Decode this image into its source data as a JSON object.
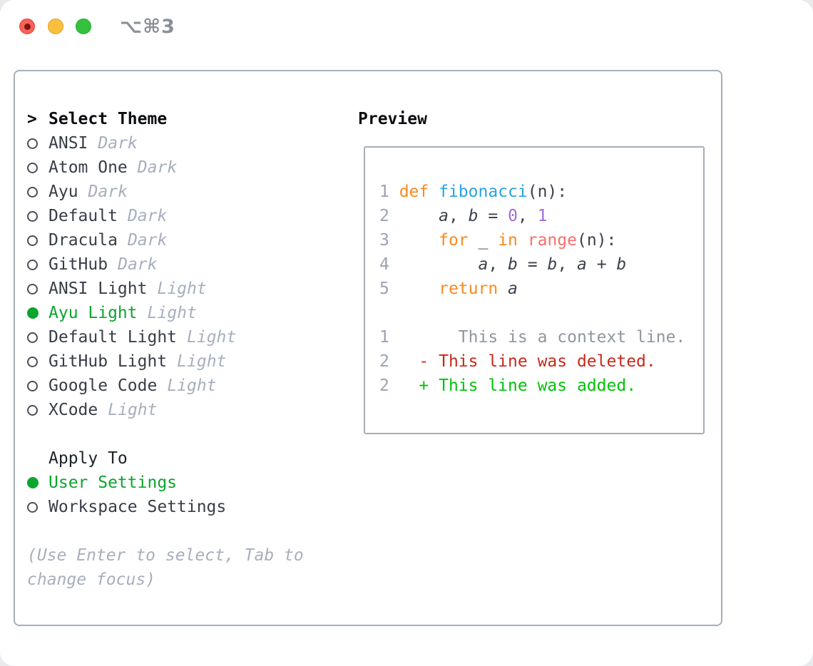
{
  "window": {
    "title": "⌥⌘3",
    "traffic_lights": [
      "close",
      "minimize",
      "zoom"
    ]
  },
  "colors": {
    "accent_green": "#0ba52f",
    "badge_gray": "#a7afbd",
    "border_gray": "#a6aeb8",
    "keyword_orange": "#f98b21",
    "function_blue": "#29a3e6",
    "number_purple": "#9c6fd6",
    "builtin_coral": "#f96e6e",
    "context_gray": "#8f96a1",
    "deleted_red": "#c6291b",
    "added_green": "#00c308"
  },
  "theme_picker": {
    "prompt": ">",
    "title": "Select Theme",
    "items": [
      {
        "name": "ANSI",
        "badge": "Dark",
        "selected": false
      },
      {
        "name": "Atom One",
        "badge": "Dark",
        "selected": false
      },
      {
        "name": "Ayu",
        "badge": "Dark",
        "selected": false
      },
      {
        "name": "Default",
        "badge": "Dark",
        "selected": false
      },
      {
        "name": "Dracula",
        "badge": "Dark",
        "selected": false
      },
      {
        "name": "GitHub",
        "badge": "Dark",
        "selected": false
      },
      {
        "name": "ANSI Light",
        "badge": "Light",
        "selected": false
      },
      {
        "name": "Ayu Light",
        "badge": "Light",
        "selected": true
      },
      {
        "name": "Default Light",
        "badge": "Light",
        "selected": false
      },
      {
        "name": "GitHub Light",
        "badge": "Light",
        "selected": false
      },
      {
        "name": "Google Code",
        "badge": "Light",
        "selected": false
      },
      {
        "name": "XCode",
        "badge": "Light",
        "selected": false
      }
    ],
    "apply_to": {
      "title": "Apply To",
      "options": [
        {
          "name": "User Settings",
          "selected": true
        },
        {
          "name": "Workspace Settings",
          "selected": false
        }
      ]
    },
    "hint": "(Use Enter to select, Tab to change focus)"
  },
  "preview": {
    "title": "Preview",
    "code_lines": [
      {
        "num": "1",
        "tokens": [
          {
            "text": "def ",
            "color": "keyword"
          },
          {
            "text": "fibonacci",
            "color": "function"
          },
          {
            "text": "(n):",
            "color": "default"
          }
        ]
      },
      {
        "num": "2",
        "tokens": [
          {
            "text": "    ",
            "color": "default"
          },
          {
            "text": "a",
            "color": "variable"
          },
          {
            "text": ", ",
            "color": "default"
          },
          {
            "text": "b",
            "color": "variable"
          },
          {
            "text": " = ",
            "color": "default"
          },
          {
            "text": "0",
            "color": "number"
          },
          {
            "text": ", ",
            "color": "default"
          },
          {
            "text": "1",
            "color": "number"
          }
        ]
      },
      {
        "num": "3",
        "tokens": [
          {
            "text": "    ",
            "color": "default"
          },
          {
            "text": "for",
            "color": "keyword"
          },
          {
            "text": " _ ",
            "color": "default"
          },
          {
            "text": "in",
            "color": "keyword"
          },
          {
            "text": " ",
            "color": "default"
          },
          {
            "text": "range",
            "color": "builtin"
          },
          {
            "text": "(n):",
            "color": "default"
          }
        ]
      },
      {
        "num": "4",
        "tokens": [
          {
            "text": "        ",
            "color": "default"
          },
          {
            "text": "a",
            "color": "variable"
          },
          {
            "text": ", ",
            "color": "default"
          },
          {
            "text": "b",
            "color": "variable"
          },
          {
            "text": " = ",
            "color": "default"
          },
          {
            "text": "b",
            "color": "variable"
          },
          {
            "text": ", ",
            "color": "default"
          },
          {
            "text": "a",
            "color": "variable"
          },
          {
            "text": " + ",
            "color": "default"
          },
          {
            "text": "b",
            "color": "variable"
          }
        ]
      },
      {
        "num": "5",
        "tokens": [
          {
            "text": "    ",
            "color": "default"
          },
          {
            "text": "return",
            "color": "keyword"
          },
          {
            "text": " ",
            "color": "default"
          },
          {
            "text": "a",
            "color": "variable"
          }
        ]
      }
    ],
    "diff_lines": [
      {
        "num": "1",
        "text": "      This is a context line.",
        "type": "context"
      },
      {
        "num": "2",
        "text": "  - This line was deleted.",
        "type": "deleted"
      },
      {
        "num": "2",
        "text": "  + This line was added.",
        "type": "added"
      }
    ]
  }
}
